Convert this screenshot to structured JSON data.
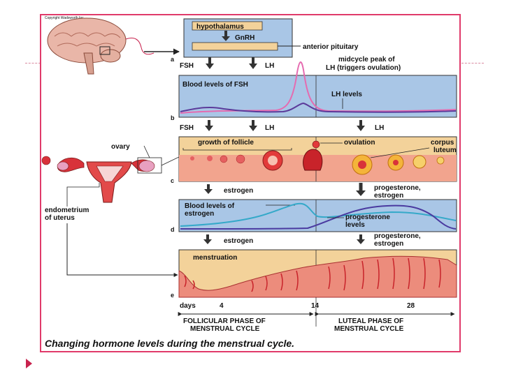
{
  "diagram": {
    "credit": "Copyright Wadsworth Inc",
    "panel_letters": {
      "a": "a",
      "b": "b",
      "c": "c",
      "d": "d",
      "e": "e"
    },
    "hypothalamus": "hypothalamus",
    "gnrh": "GnRH",
    "anterior_pituitary": "anterior pituitary",
    "fsh": "FSH",
    "lh": "LH",
    "midcycle_peak_line1": "midcycle peak of",
    "midcycle_peak_line2": "LH (triggers ovulation)",
    "blood_fsh": "Blood levels of FSH",
    "lh_levels": "LH levels",
    "ovary": "ovary",
    "growth_follicle": "growth of follicle",
    "ovulation": "ovulation",
    "corpus_luteum_line1": "corpus",
    "corpus_luteum_line2": "luteum",
    "estrogen": "estrogen",
    "progesterone_estrogen_line1": "progesterone,",
    "progesterone_estrogen_line2": "estrogen",
    "endometrium_line1": "endometrium",
    "endometrium_line2": "of uterus",
    "blood_estrogen_line1": "Blood levels of",
    "blood_estrogen_line2": "estrogen",
    "progesterone_levels_line1": "progesterone",
    "progesterone_levels_line2": "levels",
    "menstruation": "menstruation",
    "days": "days",
    "day4": "4",
    "day14": "14",
    "day28": "28",
    "follicular_line1": "FOLLICULAR PHASE OF",
    "follicular_line2": "MENSTRUAL CYCLE",
    "luteal_line1": "LUTEAL PHASE OF",
    "luteal_line2": "MENSTRUAL CYCLE"
  },
  "caption": "Changing hormone levels during the menstrual cycle.",
  "colors": {
    "frame": "#e03a6a",
    "panel_blue": "#a9c6e6",
    "panel_tan": "#f3d29a",
    "lh_curve": "#e56bb0",
    "fsh_curve": "#5b3a9a",
    "estrogen_curve": "#35a9c9",
    "progesterone_curve": "#4a3aa0",
    "tissue": "#d8323a"
  }
}
